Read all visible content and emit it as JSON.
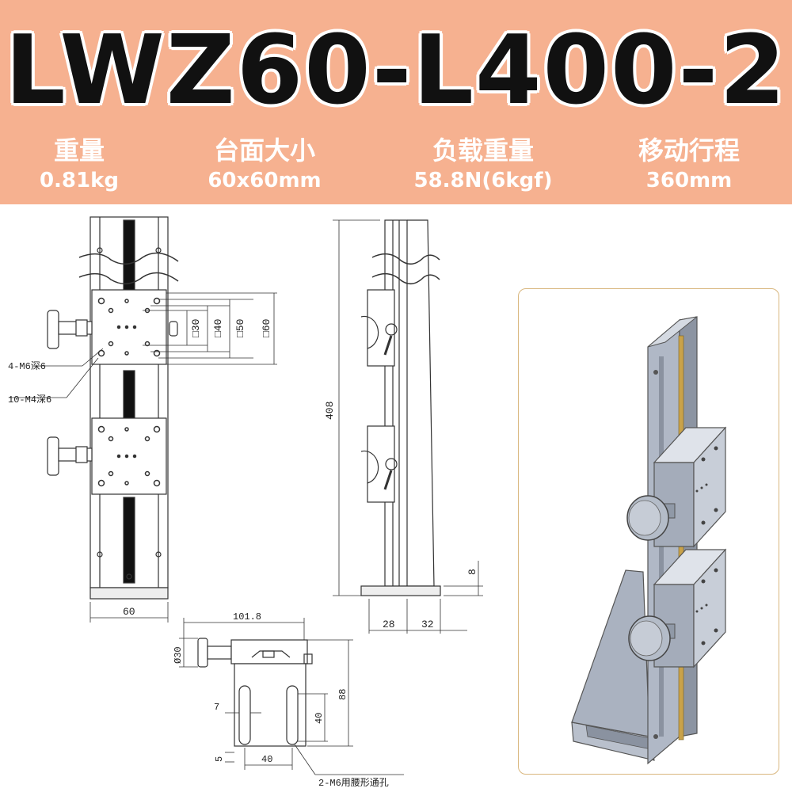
{
  "title": "LWZ60-L400-2",
  "specs": [
    {
      "label": "重量",
      "value": "0.81kg"
    },
    {
      "label": "台面大小",
      "value": "60x60mm"
    },
    {
      "label": "负载重量",
      "value": "58.8N(6kgf)"
    },
    {
      "label": "移动行程",
      "value": "360mm"
    }
  ],
  "drawing": {
    "front": {
      "callout_m6": "4-M6深6",
      "callout_m4": "10-M4深6",
      "dim_30": "□30",
      "dim_40": "□40",
      "dim_50": "□50",
      "dim_60": "□60",
      "width": "60"
    },
    "side": {
      "height": "408",
      "dim_8": "8",
      "dim_28": "28",
      "dim_32": "32"
    },
    "bracket": {
      "dim_101_8": "101.8",
      "dim_d30": "Ø30",
      "dim_88": "88",
      "dim_7": "7",
      "dim_40v": "40",
      "dim_5": "5",
      "dim_40h": "40",
      "note": "2-M6用腰形通孔"
    }
  },
  "colors": {
    "header_bg": "#f6b190",
    "frame_border": "#d9b77e",
    "metal": "#9aa3b4",
    "rail_accent": "#c9a24a"
  }
}
